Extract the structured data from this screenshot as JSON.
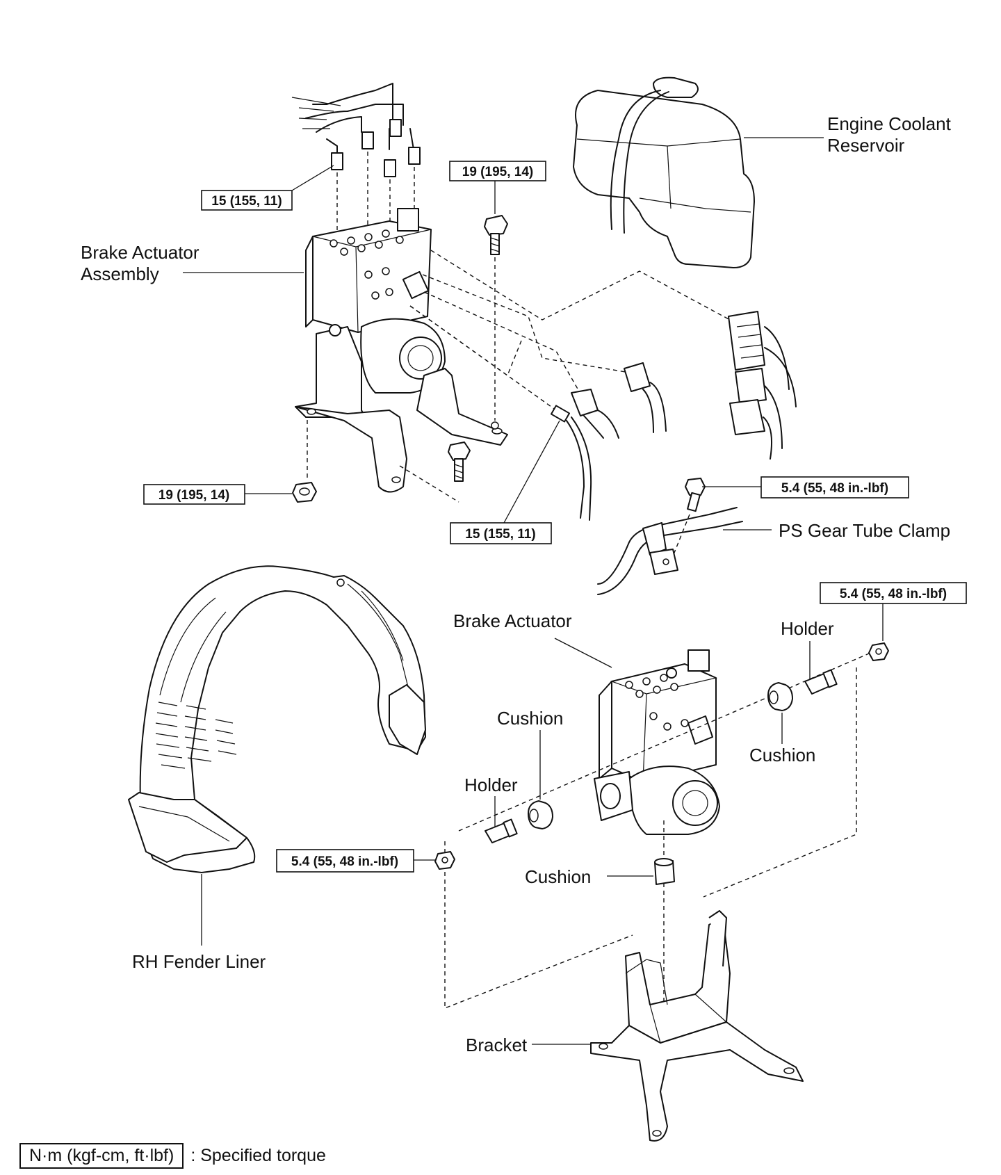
{
  "labels": {
    "engine_coolant_reservoir_line1": "Engine Coolant",
    "engine_coolant_reservoir_line2": "Reservoir",
    "brake_actuator_assembly_line1": "Brake Actuator",
    "brake_actuator_assembly_line2": "Assembly",
    "ps_gear_tube_clamp": "PS Gear Tube Clamp",
    "brake_actuator": "Brake Actuator",
    "holder_right": "Holder",
    "holder_left": "Holder",
    "cushion_upper_left": "Cushion",
    "cushion_right": "Cushion",
    "cushion_lower": "Cushion",
    "rh_fender_liner": "RH Fender Liner",
    "bracket": "Bracket"
  },
  "torques": {
    "brake_lines_top": "15 (155, 11)",
    "actuator_bolt_top": "19 (195, 14)",
    "actuator_nut_left": "19 (195, 14)",
    "brake_line_lower": "15 (155, 11)",
    "ps_clamp_bolt": "5.4 (55, 48 in.-lbf)",
    "holder_nut_right": "5.4 (55, 48 in.-lbf)",
    "holder_nut_left": "5.4 (55, 48 in.-lbf)"
  },
  "legend": {
    "unit_box": "N·m (kgf-cm, ft·lbf)",
    "text": ": Specified torque"
  }
}
